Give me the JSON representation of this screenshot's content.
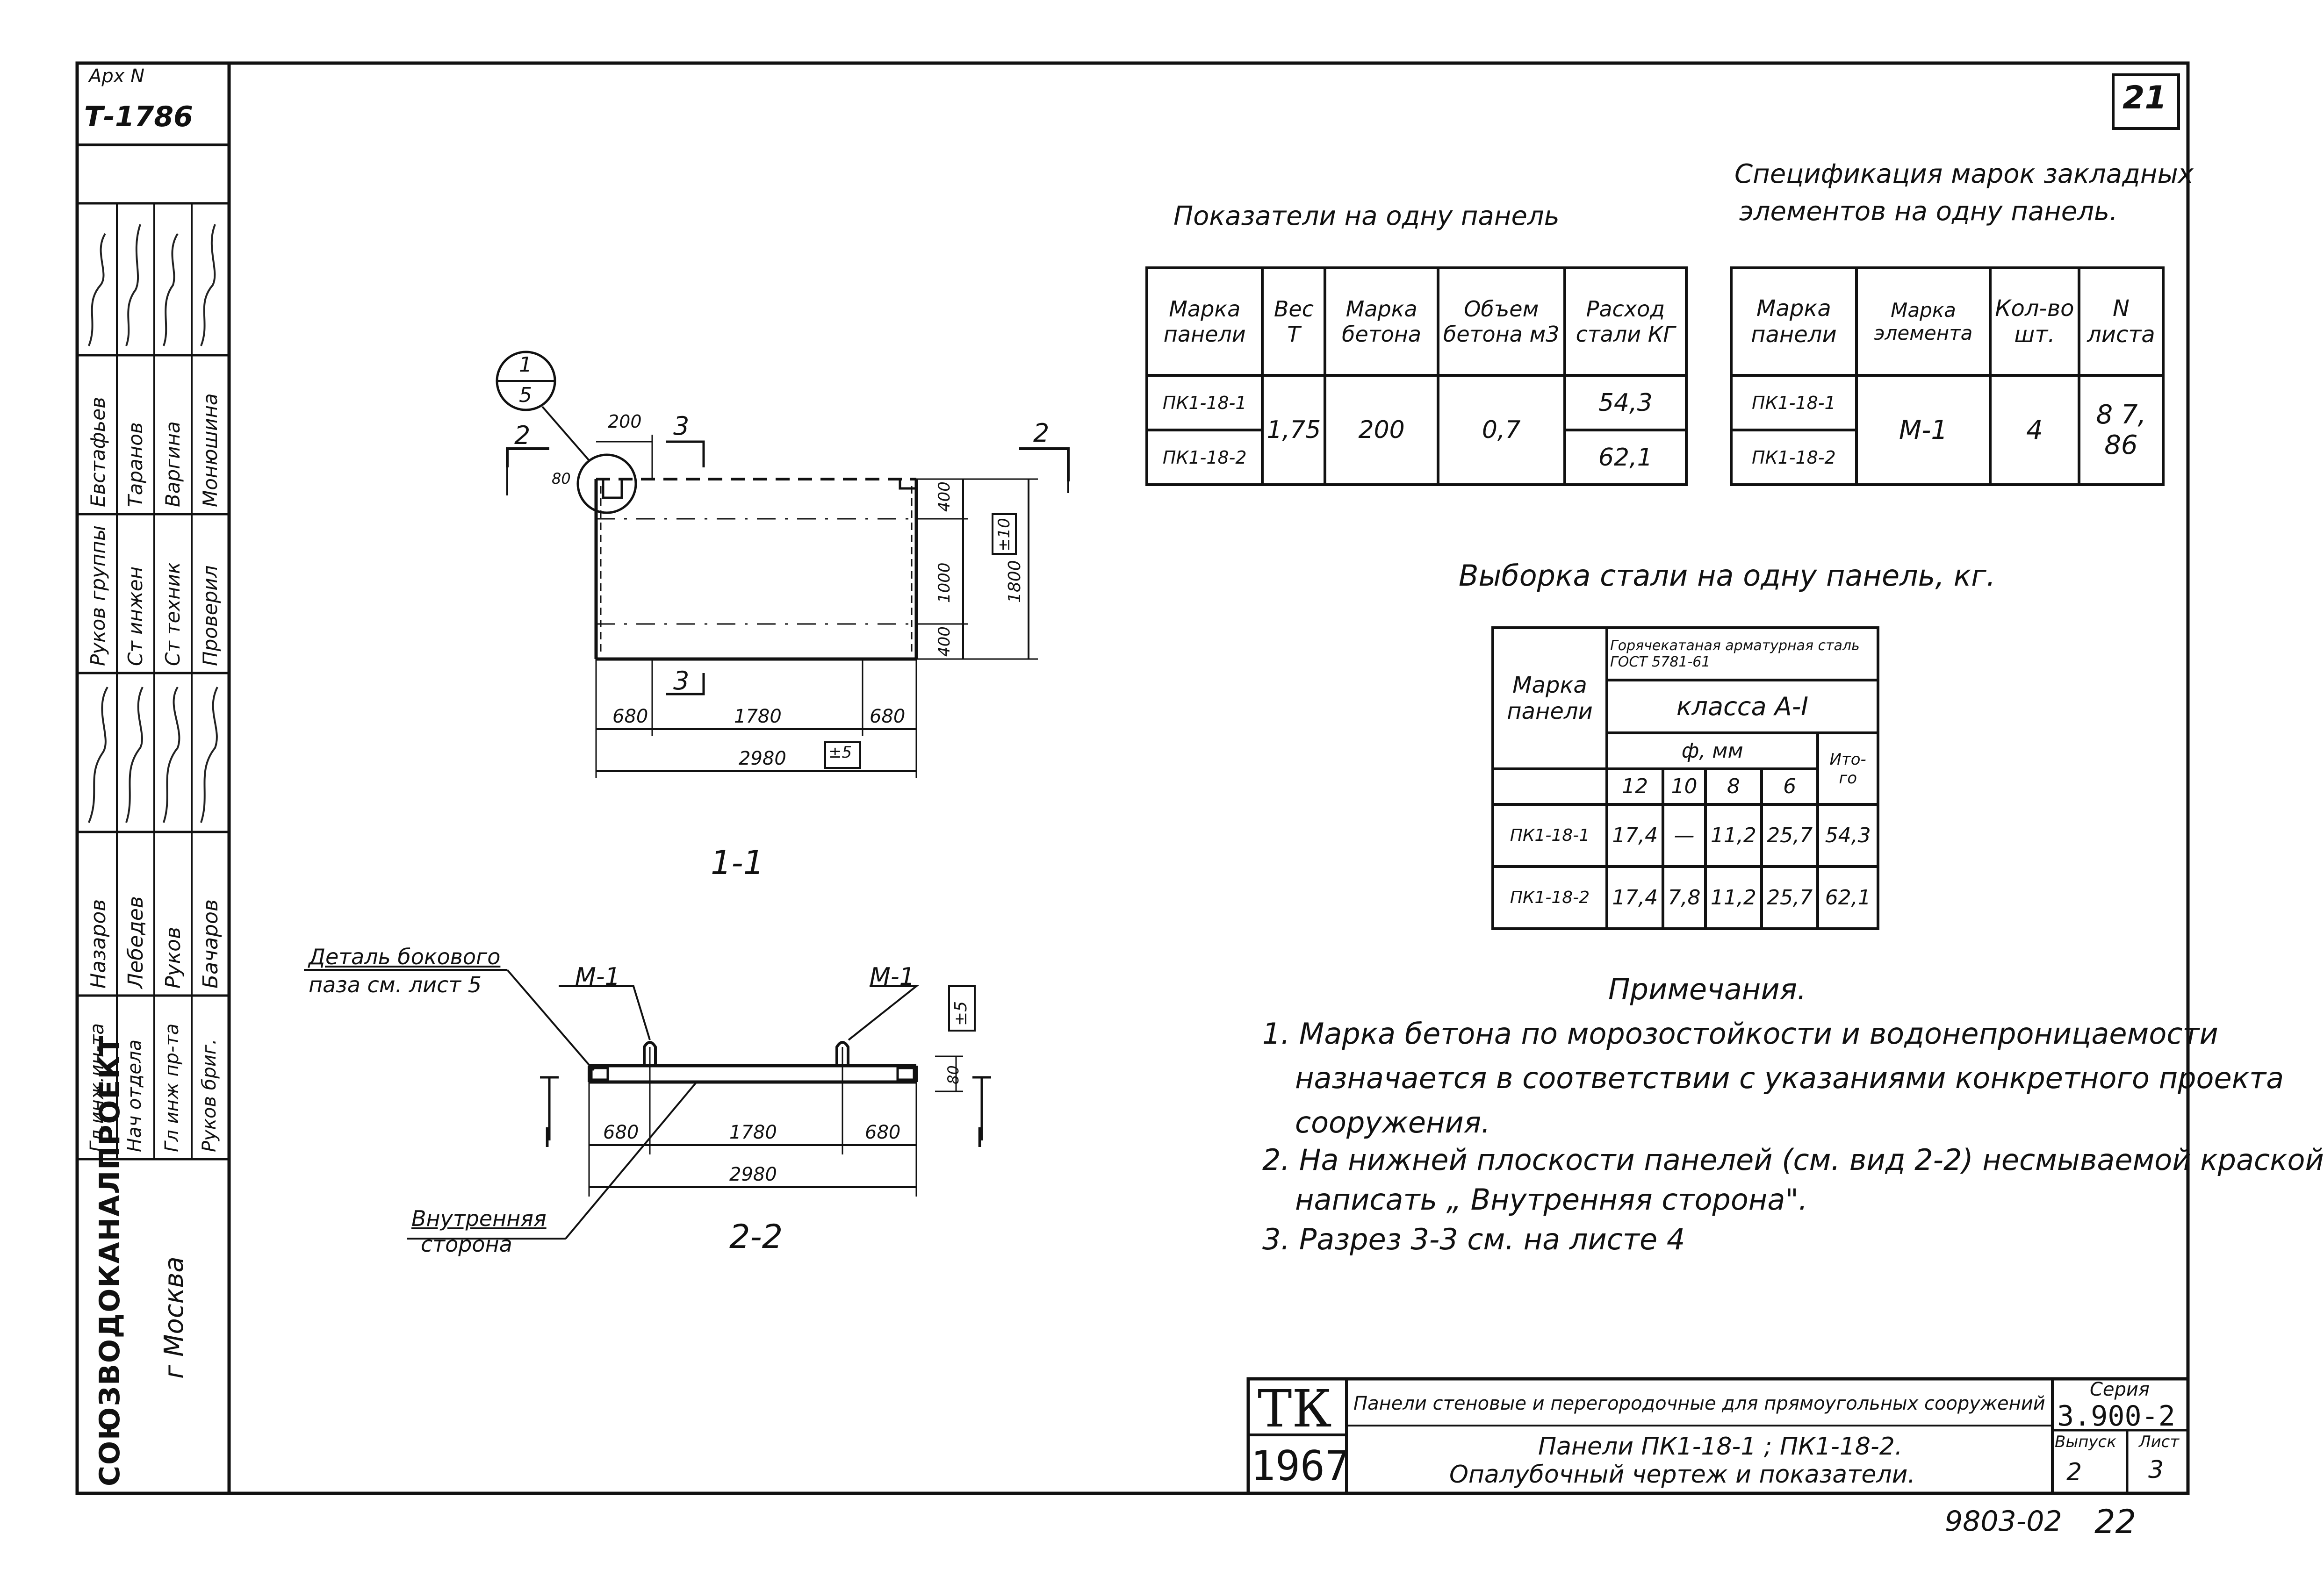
{
  "sheet": {
    "page_number": "21",
    "archive_label": "Арх N",
    "archive_number": "Т-1786",
    "bottom_code": "9803-02",
    "bottom_page": "22"
  },
  "left_stamp": {
    "organization": "СОЮЗВОДОКАНАЛПРОЕКТ",
    "city": "г Москва",
    "roles": [
      "Гл.инж.ин-та",
      "Нач отдела",
      "Гл инж пр-та",
      "Руков бриг."
    ],
    "names_group1": [
      "Назаров",
      "Лебедев",
      "Руков",
      "Бачаров"
    ],
    "roles2": [
      "Руков группы",
      "Ст инжен",
      "Ст техник",
      "Проверил"
    ],
    "names_group2": [
      "Евстафьев",
      "Таранов",
      "Варгина",
      "Монюшина"
    ]
  },
  "indicators_table": {
    "title": "Показатели на одну панель",
    "headers": [
      "Марка панели",
      "Вес Т",
      "Марка бетона",
      "Объем бетона м3",
      "Расход стали КГ"
    ],
    "rows": [
      {
        "mark": "ПК1-18-1",
        "steel": "54,3"
      },
      {
        "mark": "ПК1-18-2",
        "steel": "62,1"
      }
    ],
    "weight": "1,75",
    "concrete_mark": "200",
    "volume": "0,7"
  },
  "spec_table": {
    "title_line1": "Спецификация марок закладных",
    "title_line2": "элементов на одну панель.",
    "headers": [
      "Марка панели",
      "Марка элемента",
      "Кол-во шт.",
      "N листа"
    ],
    "rows": [
      "ПК1-18-1",
      "ПК1-18-2"
    ],
    "element": "М-1",
    "count": "4",
    "sheets": "8 7, 86"
  },
  "steel_table": {
    "title": "Выборка стали на одну панель, кг.",
    "header_mark": "Марка панели",
    "header_type": "Горячекатаная арматурная сталь ГОСТ 5781-61",
    "header_class": "класса А-I",
    "header_phi": "ф, мм",
    "header_total": "Ито- го",
    "diameters": [
      "12",
      "10",
      "8",
      "6"
    ],
    "rows": [
      {
        "mark": "ПК1-18-1",
        "values": [
          "17,4",
          "—",
          "11,2",
          "25,7",
          "54,3"
        ]
      },
      {
        "mark": "ПК1-18-2",
        "values": [
          "17,4",
          "7,8",
          "11,2",
          "25,7",
          "62,1"
        ]
      }
    ]
  },
  "notes": {
    "title": "Примечания.",
    "lines": [
      "1. Марка бетона по морозостойкости и водонепроницаемости",
      "назначается в соответствии с указаниями конкретного проекта",
      "сооружения.",
      "2. На нижней плоскости панелей (см. вид 2-2) несмываемой краской",
      "написать „ Внутренняя сторона\".",
      "3. Разрез 3-3 см. на листе 4"
    ]
  },
  "drawing_11": {
    "caption": "1-1",
    "callout_top": "1",
    "callout_bottom": "5",
    "dim_top": "200",
    "section_3": "3",
    "section_2": "2",
    "dim_side": "80",
    "dims_right": [
      "400",
      "1000",
      "400"
    ],
    "dim_height": "1800",
    "tol_height": "±10",
    "dims_bottom": [
      "680",
      "1780",
      "680"
    ],
    "dim_total": "2980",
    "tol_total": "±5"
  },
  "drawing_22": {
    "caption": "2-2",
    "detail_note_1": "Деталь бокового",
    "detail_note_2": "паза см. лист 5",
    "m1_left": "М-1",
    "m1_right": "М-1",
    "tol": "±5",
    "dim_side": "80",
    "dims_bottom": [
      "680",
      "1780",
      "680"
    ],
    "dim_total": "2980",
    "section_I": "I",
    "inner_side_1": "Внутренняя",
    "inner_side_2": "сторона"
  },
  "title_block": {
    "tk": "ТК",
    "year": "1967",
    "description": "Панели стеновые и перегородочные для прямоугольных сооружений",
    "subtitle_1": "Панели  ПК1-18-1 ;  ПК1-18-2.",
    "subtitle_2": "Опалубочный чертеж и показатели.",
    "series_label": "Серия",
    "series": "3.900-2",
    "issue_label": "Выпуск",
    "sheet_label": "Лист",
    "issue": "2",
    "sheet": "3"
  }
}
